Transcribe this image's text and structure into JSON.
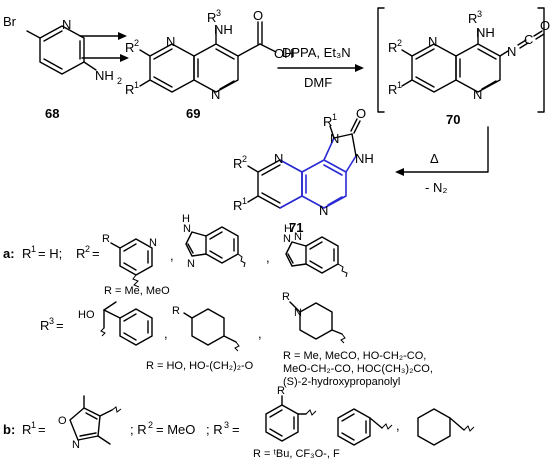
{
  "compounds": {
    "c68": {
      "label": "68",
      "sub_br": "Br",
      "sub_nh2": "NH",
      "sub_nh2_idx": "2",
      "ring_n": "N"
    },
    "c69": {
      "label": "69",
      "r3": "R",
      "r3_idx": "3",
      "nh": "NH",
      "r2": "R",
      "r2_idx": "2",
      "r1": "R",
      "r1_idx": "1",
      "n1": "N",
      "n2": "N",
      "oh": "OH",
      "o": "O"
    },
    "c70": {
      "label": "70",
      "r3": "R",
      "r3_idx": "3",
      "nh": "NH",
      "r2": "R",
      "r2_idx": "2",
      "r1": "R",
      "r1_idx": "1",
      "n1": "N",
      "n2": "N",
      "nco_n": "N",
      "nco_c": "C",
      "nco_o": "O"
    },
    "c71": {
      "label": "71",
      "r3": "R",
      "r3_idx": "1",
      "r2": "R",
      "r2_idx": "2",
      "r1": "R",
      "r1_idx": "1",
      "n_a": "N",
      "n_b": "N",
      "n_c": "N",
      "nh": "NH",
      "o": "O"
    }
  },
  "arrows": {
    "step1": {},
    "step2": {
      "above": "DPPA, Et₃N",
      "below": "DMF"
    },
    "step3": {
      "above": "Δ",
      "below": "- N₂"
    }
  },
  "legend_a": {
    "prefix": "a:",
    "r1_text": "R",
    "r1_idx": "1",
    "r1_val": "= H;",
    "r2_text": "R",
    "r2_idx": "2",
    "r2_eq": "=",
    "pyr_r": "R",
    "pyr_n": "N",
    "pyr_note": "R = Me, MeO",
    "benz_nh": "N",
    "benz_h": "H",
    "benz_n": "N",
    "r3_text": "R",
    "r3_idx": "3",
    "r3_eq": "=",
    "ho": "HO",
    "cyc_r": "R",
    "cyc_note": "R = HO, HO-(CH₂)₂-O",
    "pip_r": "R",
    "pip_n": "N",
    "pip_note1": "R = Me, MeCO, HO-CH₂-CO,",
    "pip_note2": "MeO-CH₂-CO, HOC(CH₃)₂CO,",
    "pip_note3": "(S)-2-hydroxypropanolyl"
  },
  "legend_b": {
    "prefix": "b:",
    "r1_text": "R",
    "r1_idx": "1",
    "r1_eq": "=",
    "isox_o": "O",
    "isox_n": "N",
    "r2_text": "; R",
    "r2_idx": "2",
    "r2_val": "= MeO",
    "r3_text": "; R",
    "r3_idx": "3",
    "r3_eq": "=",
    "ph_r": "R",
    "ph_note": "R = ᵗBu, CF₃O-, F"
  }
}
